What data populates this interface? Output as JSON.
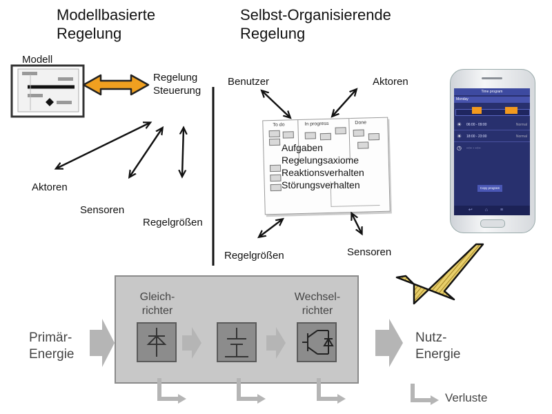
{
  "titles": {
    "left": [
      "Modellbasierte",
      "Regelung"
    ],
    "right": [
      "Selbst-Organisierende",
      "Regelung"
    ]
  },
  "left": {
    "modell": "Modell",
    "regelung": "Regelung",
    "steuerung": "Steuerung",
    "aktoren": "Aktoren",
    "sensoren": "Sensoren",
    "regelgroessen": "Regelgrößen"
  },
  "right": {
    "benutzer": "Benutzer",
    "aktoren": "Aktoren",
    "regelgroessen": "Regelgrößen",
    "sensoren": "Sensoren",
    "board_columns": [
      "To do",
      "In progress",
      "Done"
    ],
    "board_items": [
      "Aufgaben",
      "Regelungsaxiome",
      "Reaktionsverhalten",
      "Störungsverhalten"
    ]
  },
  "phone": {
    "title": "Time program",
    "day": "Monday",
    "rows": [
      {
        "time": "06:00 - 09:00",
        "mode": "Normal"
      },
      {
        "time": "18:00 - 23:00",
        "mode": "Normal"
      },
      {
        "time": "--:-- - --:--",
        "mode": ""
      }
    ],
    "button": "Copy program"
  },
  "conversion": {
    "input": [
      "Primär-",
      "Energie"
    ],
    "output": [
      "Nutz-",
      "Energie"
    ],
    "gleichrichter": [
      "Gleich-",
      "richter"
    ],
    "wechselrichter": [
      "Wechsel-",
      "richter"
    ],
    "verluste": "Verluste"
  },
  "colors": {
    "orange_arrow": "#f0a020",
    "gold_arrow": "#d4aa2a",
    "box_bg": "#c8c8c8",
    "screen": "#28306e"
  }
}
